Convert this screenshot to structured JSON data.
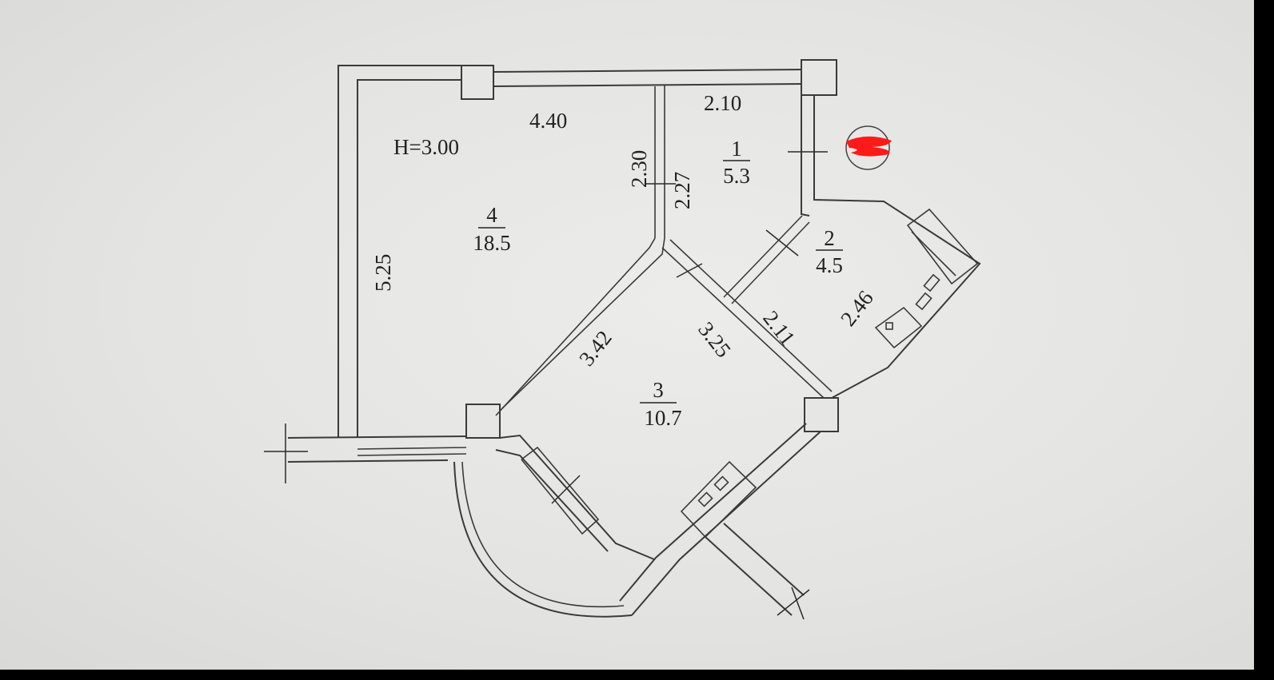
{
  "plan": {
    "ceiling_height": "H=3.00",
    "rooms": [
      {
        "number": "1",
        "area": "5.3"
      },
      {
        "number": "2",
        "area": "4.5"
      },
      {
        "number": "3",
        "area": "10.7"
      },
      {
        "number": "4",
        "area": "18.5"
      }
    ],
    "dimensions": {
      "room4_width": "4.40",
      "room4_height": "5.25",
      "room1_width": "2.10",
      "partition_left": "2.30",
      "partition_right": "2.27",
      "room3_left": "3.42",
      "room3_right": "3.25",
      "room2_left": "2.11",
      "room2_right": "2.46"
    },
    "redaction_color": "#ff1a1a",
    "line_color": "#3a3a3a",
    "paper_color": "#e6e6e4"
  }
}
